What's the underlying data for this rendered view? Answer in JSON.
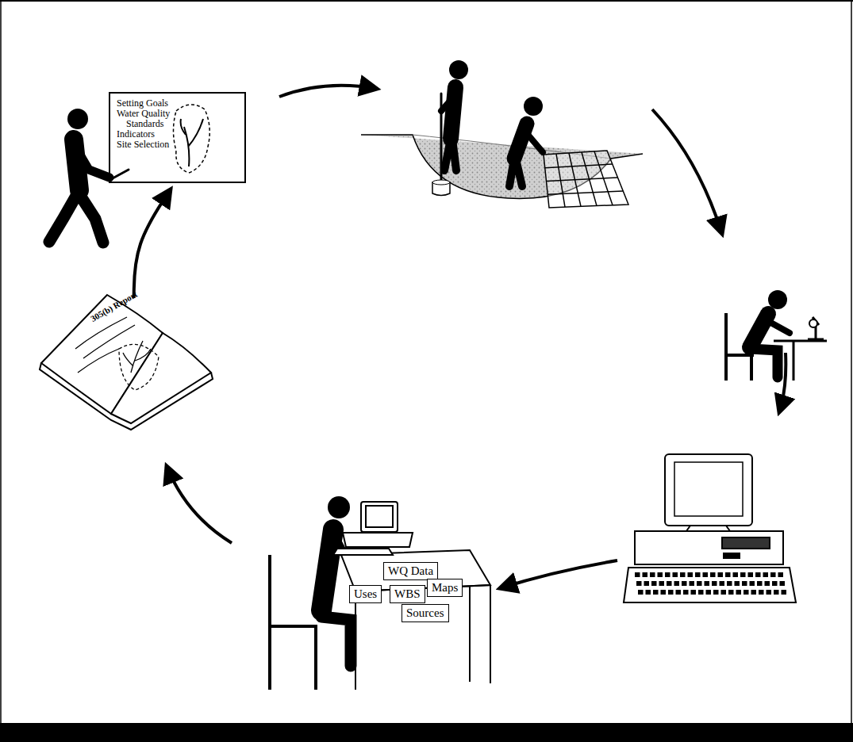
{
  "diagram": {
    "nodes": [
      {
        "text": [
          "Setting Goals",
          "Water Quality Standards",
          "Indicators",
          "Site Selection"
        ]
      },
      {
        "text": [
          "305(b) Report"
        ]
      },
      {
        "text": [
          "WQ Data"
        ]
      },
      {
        "text": [
          "Uses"
        ]
      },
      {
        "text": [
          "WBS"
        ]
      },
      {
        "text": [
          "Maps"
        ]
      },
      {
        "text": [
          "Sources"
        ]
      }
    ],
    "edges": [
      {
        "from": 1,
        "to": 0,
        "arrow": "to"
      }
    ]
  }
}
